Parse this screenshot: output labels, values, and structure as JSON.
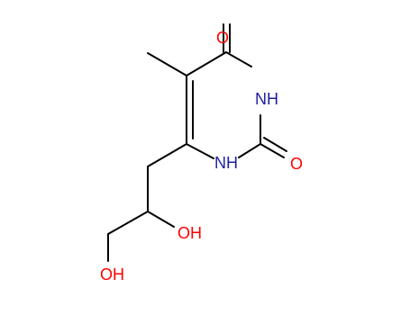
{
  "molecule": {
    "atoms": [
      {
        "id": "O1",
        "label": "O",
        "color": "#ff0000"
      },
      {
        "id": "NH1",
        "label": "NH",
        "color": "#1f1f9f"
      },
      {
        "id": "O2",
        "label": "O",
        "color": "#ff0000"
      },
      {
        "id": "NH2",
        "label": "NH",
        "color": "#1f1f9f"
      },
      {
        "id": "OH1",
        "label": "OH",
        "color": "#ff0000"
      },
      {
        "id": "OH2",
        "label": "OH",
        "color": "#ff0000"
      }
    ],
    "bond_color": "#000000"
  }
}
